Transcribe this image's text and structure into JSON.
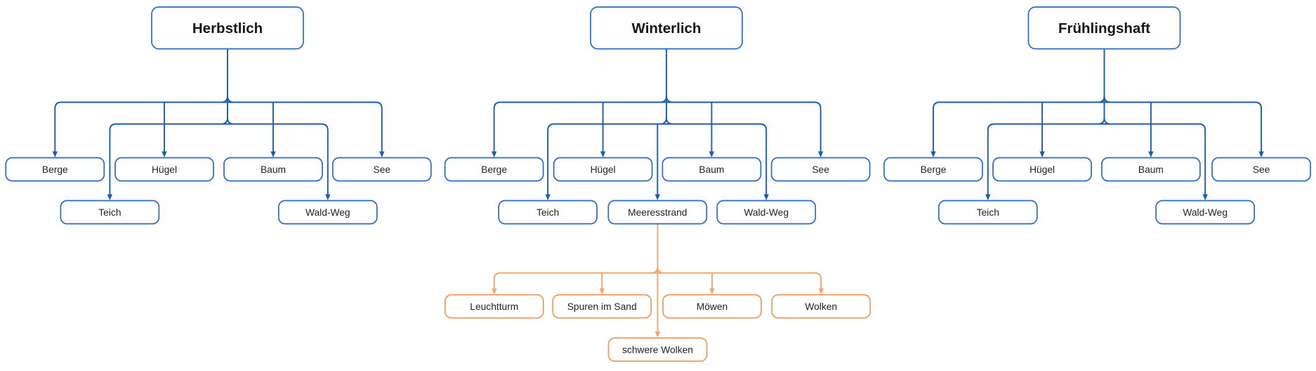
{
  "diagram": {
    "type": "tree-flowchart",
    "background": "#ffffff",
    "colors": {
      "blue_connector": "#1c5ab8",
      "blue_node_border": "#2a6ac6",
      "orange_connector": "#f6a467",
      "orange_node_border": "#f2975a",
      "node_fill": "#ffffff",
      "text": "#1f1f1f"
    },
    "trees": [
      {
        "root": {
          "label": "Herbstlich"
        },
        "row1": [
          {
            "label": "Berge"
          },
          {
            "label": "Hügel"
          },
          {
            "label": "Baum"
          },
          {
            "label": "See"
          }
        ],
        "row2": [
          {
            "label": "Teich"
          },
          {
            "label": "Wald-Weg"
          }
        ]
      },
      {
        "root": {
          "label": "Winterlich"
        },
        "row1": [
          {
            "label": "Berge"
          },
          {
            "label": "Hügel"
          },
          {
            "label": "Baum"
          },
          {
            "label": "See"
          }
        ],
        "row2": [
          {
            "label": "Teich"
          },
          {
            "label": "Meeresstrand"
          },
          {
            "label": "Wald-Weg"
          }
        ],
        "meeresstrand_children": {
          "row1": [
            {
              "label": "Leuchtturm"
            },
            {
              "label": "Spuren im Sand"
            },
            {
              "label": "Möwen"
            },
            {
              "label": "Wolken"
            }
          ],
          "row2": [
            {
              "label": "schwere Wolken"
            }
          ]
        }
      },
      {
        "root": {
          "label": "Frühlingshaft"
        },
        "row1": [
          {
            "label": "Berge"
          },
          {
            "label": "Hügel"
          },
          {
            "label": "Baum"
          },
          {
            "label": "See"
          }
        ],
        "row2": [
          {
            "label": "Teich"
          },
          {
            "label": "Wald-Weg"
          }
        ]
      }
    ]
  }
}
